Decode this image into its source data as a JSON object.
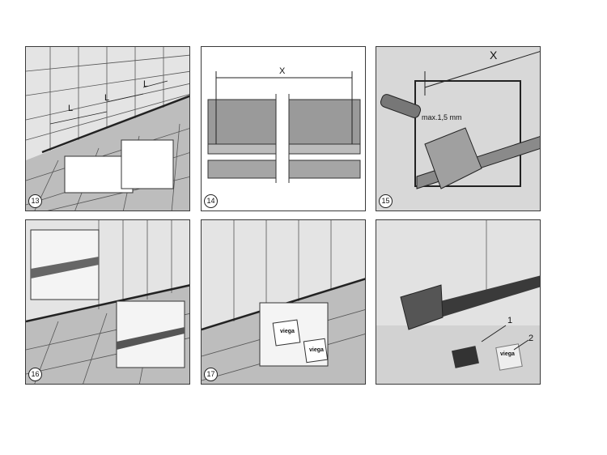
{
  "steps": [
    {
      "number": "13",
      "labels": {
        "l1": "L",
        "l2": "L",
        "l3": "L"
      }
    },
    {
      "number": "14",
      "labels": {
        "x": "X"
      }
    },
    {
      "number": "15",
      "labels": {
        "x": "X",
        "max": "max.1,5 mm"
      }
    },
    {
      "number": "16"
    },
    {
      "number": "17",
      "labels": {
        "brand1": "viega",
        "brand2": "viega"
      }
    },
    {
      "number": "",
      "labels": {
        "part1": "1",
        "part2": "2",
        "brand": "viega"
      }
    }
  ]
}
